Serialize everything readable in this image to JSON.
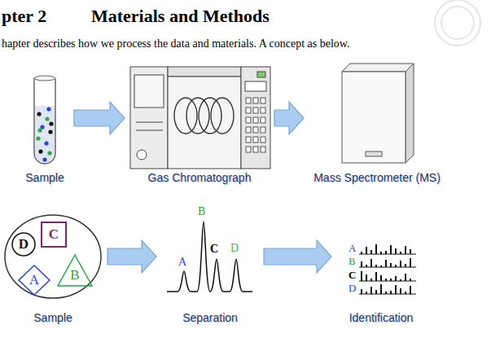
{
  "diagram": {
    "title": "Materials and Methods",
    "nodes": [
      {
        "text": [
          "Sample"
        ]
      },
      {
        "text": [
          "Gas Chromatograph"
        ]
      },
      {
        "text": [
          "Mass Spectrometer (MS)"
        ]
      },
      {
        "text": [
          "Sample"
        ]
      },
      {
        "text": [
          "D"
        ],
        "in": 3
      },
      {
        "text": [
          "C"
        ],
        "in": 3
      },
      {
        "text": [
          "A"
        ],
        "in": 3
      },
      {
        "text": [
          "B"
        ],
        "in": 3
      },
      {
        "text": [
          "Separation"
        ]
      },
      {
        "text": [
          "Identification"
        ]
      }
    ],
    "edges": [
      {
        "from": 0,
        "to": 1,
        "arrow": "to"
      },
      {
        "from": 1,
        "to": 2,
        "arrow": "to"
      },
      {
        "from": 3,
        "to": 8,
        "arrow": "to"
      },
      {
        "from": 8,
        "to": 9,
        "arrow": "to"
      }
    ],
    "labels": [
      "pter 2",
      "hapter describes how we process the data and materials. A concept as below.",
      "A",
      "B",
      "C",
      "D",
      "A",
      "B",
      "C",
      "D"
    ]
  }
}
